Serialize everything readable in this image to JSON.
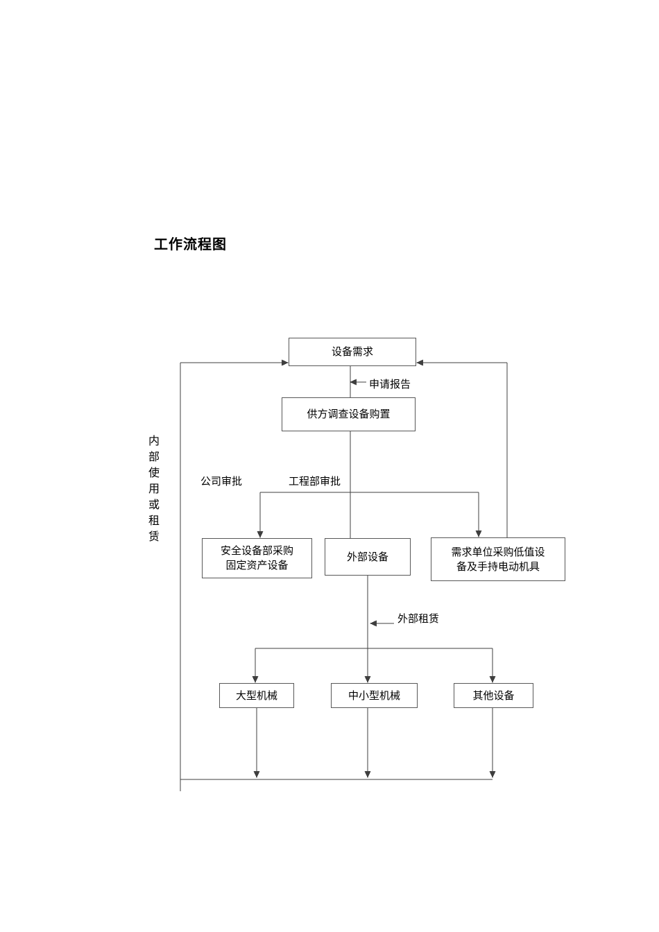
{
  "title": "工作流程图",
  "flowchart": {
    "boxes": {
      "demand": "设备需求",
      "survey": "供方调查设备购置",
      "safety_purchase": "安全设备部采购\n固定资产设备",
      "external_equipment": "外部设备",
      "low_value_purchase": "需求单位采购低值设\n备及手持电动机具",
      "large_machinery": "大型机械",
      "medium_small_machinery": "中小型机械",
      "other_equipment": "其他设备"
    },
    "labels": {
      "application_report": "申请报告",
      "company_approval": "公司审批",
      "engineering_approval": "工程部审批",
      "external_lease": "外部租赁",
      "internal_use_or_lease": "内部使用或租赁"
    },
    "colors": {
      "line": "#3f3f3f",
      "box_border": "#575757",
      "text": "#000000",
      "background": "#ffffff"
    }
  }
}
